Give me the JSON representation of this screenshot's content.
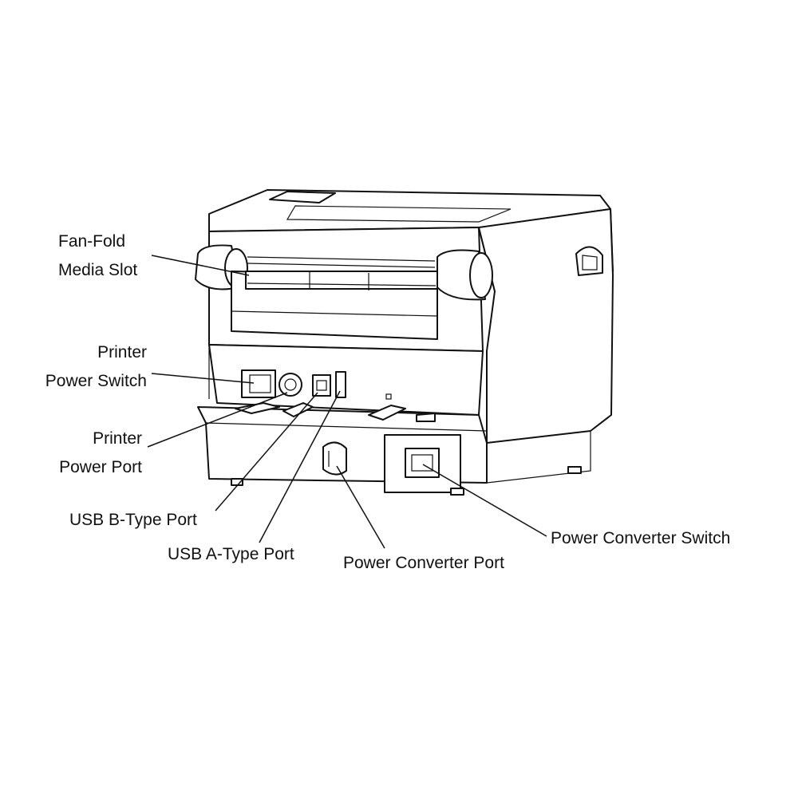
{
  "labels": {
    "fan_fold": [
      "Fan-Fold",
      "Media Slot"
    ],
    "power_switch": [
      "Printer",
      "Power Switch"
    ],
    "power_port": [
      "Printer",
      "Power Port"
    ],
    "usb_b": "USB B-Type Port",
    "usb_a": "USB A-Type Port",
    "converter_port": "Power Converter Port",
    "converter_switch": "Power Converter Switch"
  }
}
